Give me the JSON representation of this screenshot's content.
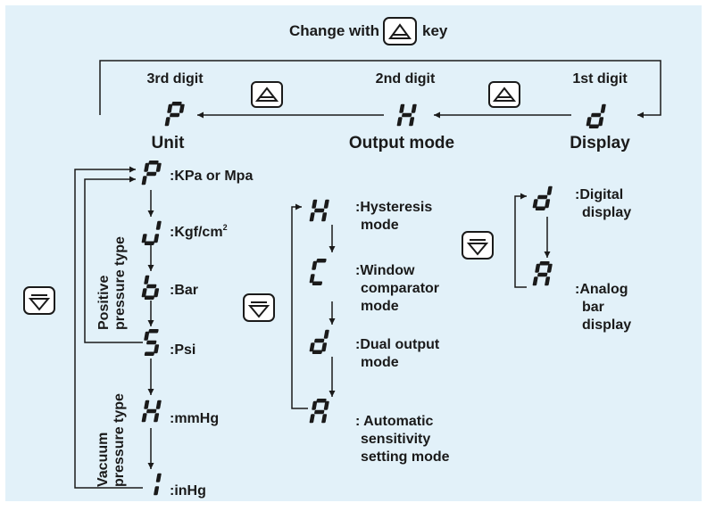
{
  "header": {
    "prefix": "Change with",
    "suffix": "key"
  },
  "top": {
    "digit3_label": "3rd digit",
    "digit2_label": "2nd digit",
    "digit1_label": "1st digit",
    "unit_label": "Unit",
    "output_label": "Output mode",
    "display_label": "Display"
  },
  "unit_column": {
    "positive_type_label": [
      "Positive",
      "pressure type"
    ],
    "vacuum_type_label": [
      "Vacuum",
      "pressure type"
    ],
    "items": [
      {
        "glyph": "P",
        "text": ":KPa or Mpa"
      },
      {
        "glyph": "J",
        "text": ":Kgf/cm",
        "sup": "2"
      },
      {
        "glyph": "b",
        "text": ":Bar"
      },
      {
        "glyph": "S",
        "text": ":Psi"
      },
      {
        "glyph": "H",
        "text": ":mmHg"
      },
      {
        "glyph": "I",
        "text": ":inHg"
      }
    ]
  },
  "output_column": {
    "items": [
      {
        "glyph": "H",
        "lines": [
          ":Hysteresis",
          "mode"
        ]
      },
      {
        "glyph": "C",
        "lines": [
          ":Window",
          "comparator",
          "mode"
        ]
      },
      {
        "glyph": "d",
        "lines": [
          ":Dual output",
          "mode"
        ]
      },
      {
        "glyph": "A",
        "lines": [
          ": Automatic",
          "sensitivity",
          "setting mode"
        ]
      }
    ]
  },
  "display_column": {
    "items": [
      {
        "glyph": "d",
        "lines": [
          ":Digital",
          "display"
        ]
      },
      {
        "glyph": "A",
        "lines": [
          ":Analog",
          "bar",
          "display"
        ]
      }
    ]
  },
  "colors": {
    "background": "#e2f1f9",
    "ink": "#1a1a1a",
    "key_fill": "#ffffff"
  },
  "icons": {
    "up_key": "triangle-up-key-icon",
    "down_key": "triangle-down-key-icon"
  }
}
